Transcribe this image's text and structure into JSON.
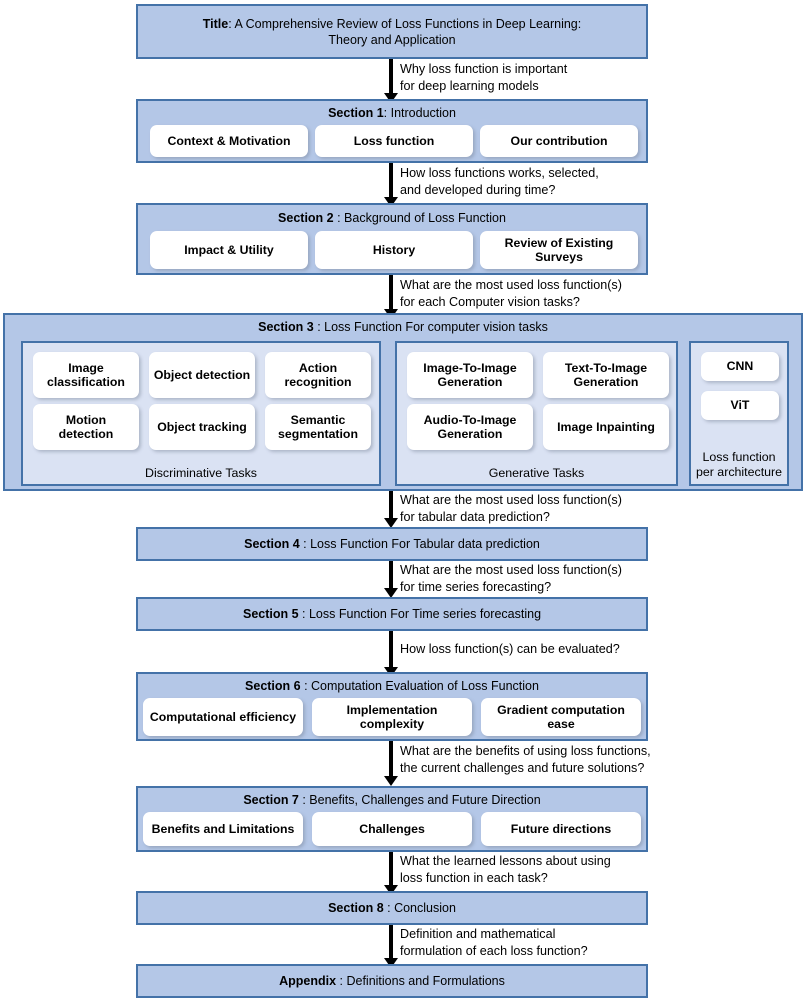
{
  "colors": {
    "section_fill": "#b4c7e7",
    "section_border": "#4472a8",
    "inner_panel_fill": "#dae2f3",
    "chip_fill": "#ffffff",
    "arrow": "#000000",
    "page_bg": "#ffffff"
  },
  "title_box": {
    "label_bold": "Title",
    "label_rest": ": A Comprehensive Review of Loss Functions in Deep Learning:",
    "line2": "Theory and Application"
  },
  "arrows": [
    {
      "id": "arrow-title-to-s1",
      "line1": "Why loss function is important",
      "line2": "for deep learning models"
    },
    {
      "id": "arrow-s1-to-s2",
      "line1": "How loss functions works, selected,",
      "line2": "and developed during time?"
    },
    {
      "id": "arrow-s2-to-s3",
      "line1": "What are the most used loss function(s)",
      "line2": "for each Computer vision tasks?"
    },
    {
      "id": "arrow-s3-to-s4",
      "line1": "What are the most used loss function(s)",
      "line2": "for tabular data prediction?"
    },
    {
      "id": "arrow-s4-to-s5",
      "line1": "What are the most used loss function(s)",
      "line2": "for time series forecasting?"
    },
    {
      "id": "arrow-s5-to-s6",
      "line1": "How loss function(s) can be evaluated?",
      "line2": ""
    },
    {
      "id": "arrow-s6-to-s7",
      "line1": "What are the benefits of using loss functions,",
      "line2": "the current challenges and future solutions?"
    },
    {
      "id": "arrow-s7-to-s8",
      "line1": "What the learned lessons about using",
      "line2": "loss function in each task?"
    },
    {
      "id": "arrow-s8-to-appendix",
      "line1": "Definition and mathematical",
      "line2": "formulation of each loss function?"
    }
  ],
  "section1": {
    "title_bold": "Section 1",
    "title_rest": ": Introduction",
    "chips": [
      "Context & Motivation",
      "Loss function",
      "Our contribution"
    ]
  },
  "section2": {
    "title_bold": "Section 2",
    "title_rest": " : Background of Loss Function",
    "chips": [
      "Impact & Utility",
      "History",
      "Review of Existing Surveys"
    ]
  },
  "section3": {
    "title_bold": "Section 3",
    "title_rest": " : Loss Function For computer vision tasks",
    "discriminative": {
      "caption": "Discriminative Tasks",
      "chips": [
        "Image classification",
        "Object detection",
        "Action recognition",
        "Motion detection",
        "Object tracking",
        "Semantic segmentation"
      ]
    },
    "generative": {
      "caption": "Generative Tasks",
      "chips": [
        "Image-To-Image Generation",
        "Text-To-Image Generation",
        "Audio-To-Image Generation",
        "Image Inpainting"
      ]
    },
    "architecture": {
      "caption_line1": "Loss function",
      "caption_line2": "per architecture",
      "chips": [
        "CNN",
        "ViT"
      ]
    }
  },
  "section4": {
    "title_bold": "Section 4 ",
    "title_rest": ": Loss Function For Tabular data prediction"
  },
  "section5": {
    "title_bold": "Section 5 ",
    "title_rest": ": Loss Function For Time series forecasting"
  },
  "section6": {
    "title_bold": "Section 6",
    "title_rest": " :  Computation Evaluation of Loss Function",
    "chips": [
      "Computational efficiency",
      "Implementation complexity",
      "Gradient computation ease"
    ]
  },
  "section7": {
    "title_bold": "Section 7",
    "title_rest": " : Benefits, Challenges and Future Direction",
    "chips": [
      "Benefits and Limitations",
      "Challenges",
      "Future directions"
    ]
  },
  "section8": {
    "title_bold": "Section 8",
    "title_rest": " : Conclusion"
  },
  "appendix": {
    "title_bold": "Appendix",
    "title_rest": " : Definitions and Formulations"
  }
}
